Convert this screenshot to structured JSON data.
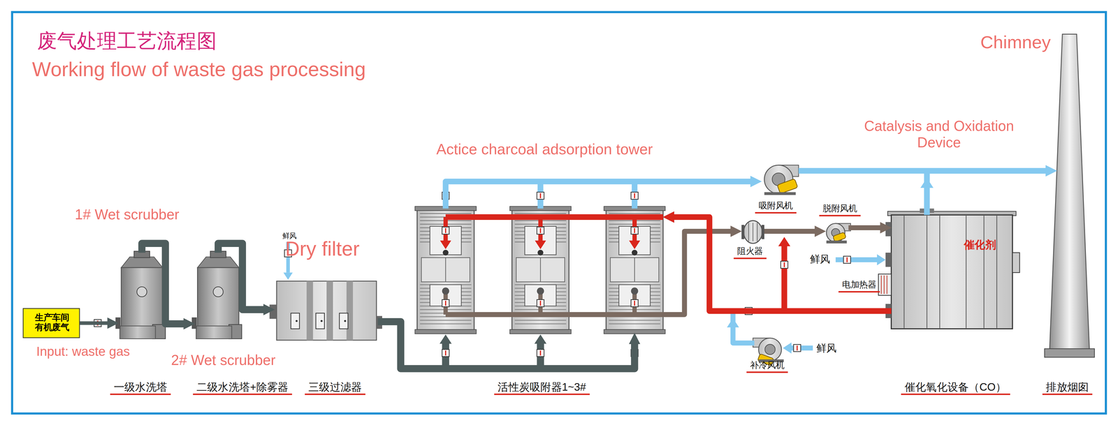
{
  "diagram": {
    "title": "废气处理工艺流程图",
    "nodes": [
      {
        "text": [
          "生产车间 有机废气",
          "Input: waste gas"
        ]
      },
      {
        "text": [
          "1# Wet scrubber",
          "一级水洗塔"
        ]
      },
      {
        "text": [
          "2# Wet scrubber",
          "二级水洗塔+除雾器"
        ]
      },
      {
        "text": [
          "Dry filter",
          "三级过滤器"
        ]
      },
      {
        "text": [
          "Actice charcoal adsorption tower",
          "活性炭吸附器1~3#"
        ]
      },
      {
        "text": [
          "吸附风机"
        ]
      },
      {
        "text": [
          "阻火器"
        ]
      },
      {
        "text": [
          "脱附风机"
        ]
      },
      {
        "text": [
          "Catalysis and Oxidation Device",
          "催化剂",
          "催化氧化设备（CO）"
        ]
      },
      {
        "text": [
          "补冷风机"
        ]
      },
      {
        "text": [
          "Chimney",
          "排放烟囱"
        ]
      }
    ],
    "edges": [
      {
        "from": 0,
        "to": 1,
        "arrow": "to"
      },
      {
        "from": 1,
        "to": 2,
        "arrow": "to"
      },
      {
        "from": 2,
        "to": 3,
        "arrow": "to"
      },
      {
        "from": 3,
        "to": 4,
        "arrow": "to"
      },
      {
        "from": 4,
        "to": 5,
        "arrow": "to"
      },
      {
        "from": 5,
        "to": 10,
        "arrow": "to"
      },
      {
        "from": 4,
        "to": 6,
        "arrow": "to"
      },
      {
        "from": 6,
        "to": 7,
        "arrow": "to"
      },
      {
        "from": 7,
        "to": 8,
        "arrow": "to"
      },
      {
        "from": 8,
        "to": 10,
        "arrow": "to"
      },
      {
        "from": 8,
        "to": 4,
        "arrow": "to"
      },
      {
        "from": 9,
        "to": 4,
        "arrow": "to"
      }
    ],
    "labels": [
      "Working flow of waste gas processing",
      "鲜风",
      "鲜风",
      "电加热器",
      "鲜风"
    ]
  }
}
